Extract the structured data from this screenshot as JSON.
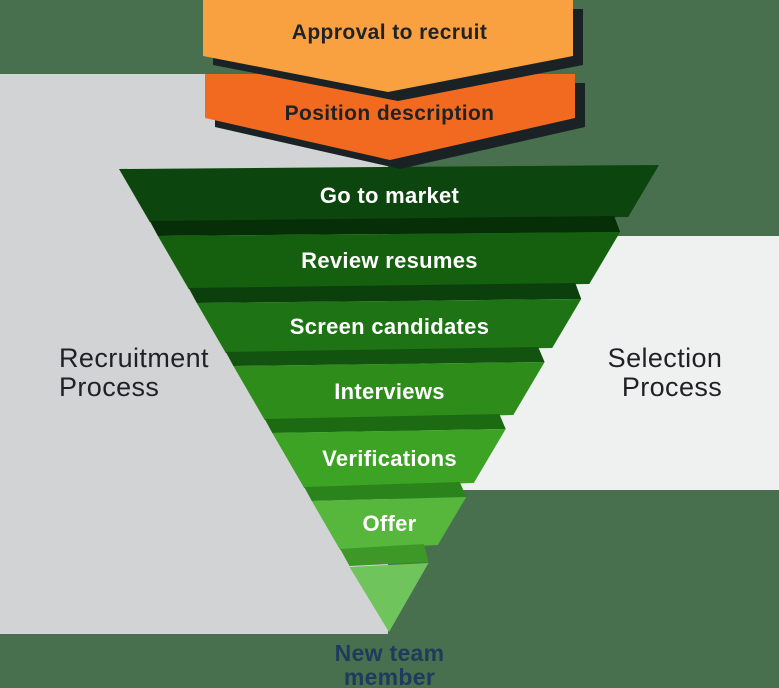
{
  "diagram": {
    "title_semantic": "Recruitment and selection process funnel",
    "background_color": "#48704E",
    "shadow_color": "#1A2226",
    "panels": {
      "left": {
        "label_lines": [
          "Recruitment",
          "Process"
        ],
        "color": "#D1D3D4",
        "text_color": "#1F2224"
      },
      "right": {
        "label_lines": [
          "Selection",
          "Process"
        ],
        "color": "#EFF1F0",
        "text_color": "#1F2224"
      }
    },
    "banners": [
      {
        "label": "Approval to recruit",
        "fill": "#F9A040",
        "text_color": "#1F2326"
      },
      {
        "label": "Position description",
        "fill": "#F26A20",
        "text_color": "#1F2326"
      }
    ],
    "funnel_text_color": "#FFFFFF",
    "funnel_layers": [
      {
        "label": "Go to market",
        "fill": "#0C460E",
        "gap_fill": "#062F08"
      },
      {
        "label": "Review resumes",
        "fill": "#15600F",
        "gap_fill": "#0B400C"
      },
      {
        "label": "Screen candidates",
        "fill": "#1E7414",
        "gap_fill": "#135310"
      },
      {
        "label": "Interviews",
        "fill": "#2E8C1A",
        "gap_fill": "#1C6B12"
      },
      {
        "label": "Verifications",
        "fill": "#3DA324",
        "gap_fill": "#2B831B"
      },
      {
        "label": "Offer",
        "fill": "#56B73C",
        "gap_fill": "#3E9827"
      },
      {
        "label": "",
        "fill": "#6FC45B",
        "gap_fill": null
      }
    ],
    "caption": {
      "lines": [
        "New team",
        "member"
      ],
      "color": "#1E3A5C"
    }
  }
}
